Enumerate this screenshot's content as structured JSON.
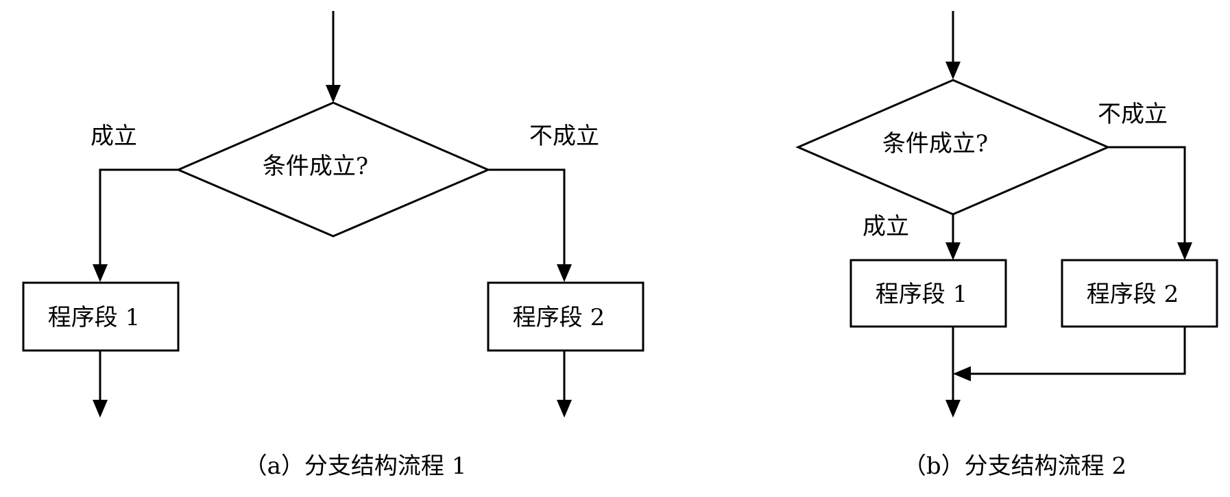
{
  "diagram_a": {
    "condition": "条件成立?",
    "yes_label": "成立",
    "no_label": "不成立",
    "block1": "程序段 1",
    "block2": "程序段 2",
    "caption": "（a）分支结构流程 1"
  },
  "diagram_b": {
    "condition": "条件成立?",
    "yes_label": "成立",
    "no_label": "不成立",
    "block1": "程序段 1",
    "block2": "程序段 2",
    "caption": "（b）分支结构流程 2"
  }
}
